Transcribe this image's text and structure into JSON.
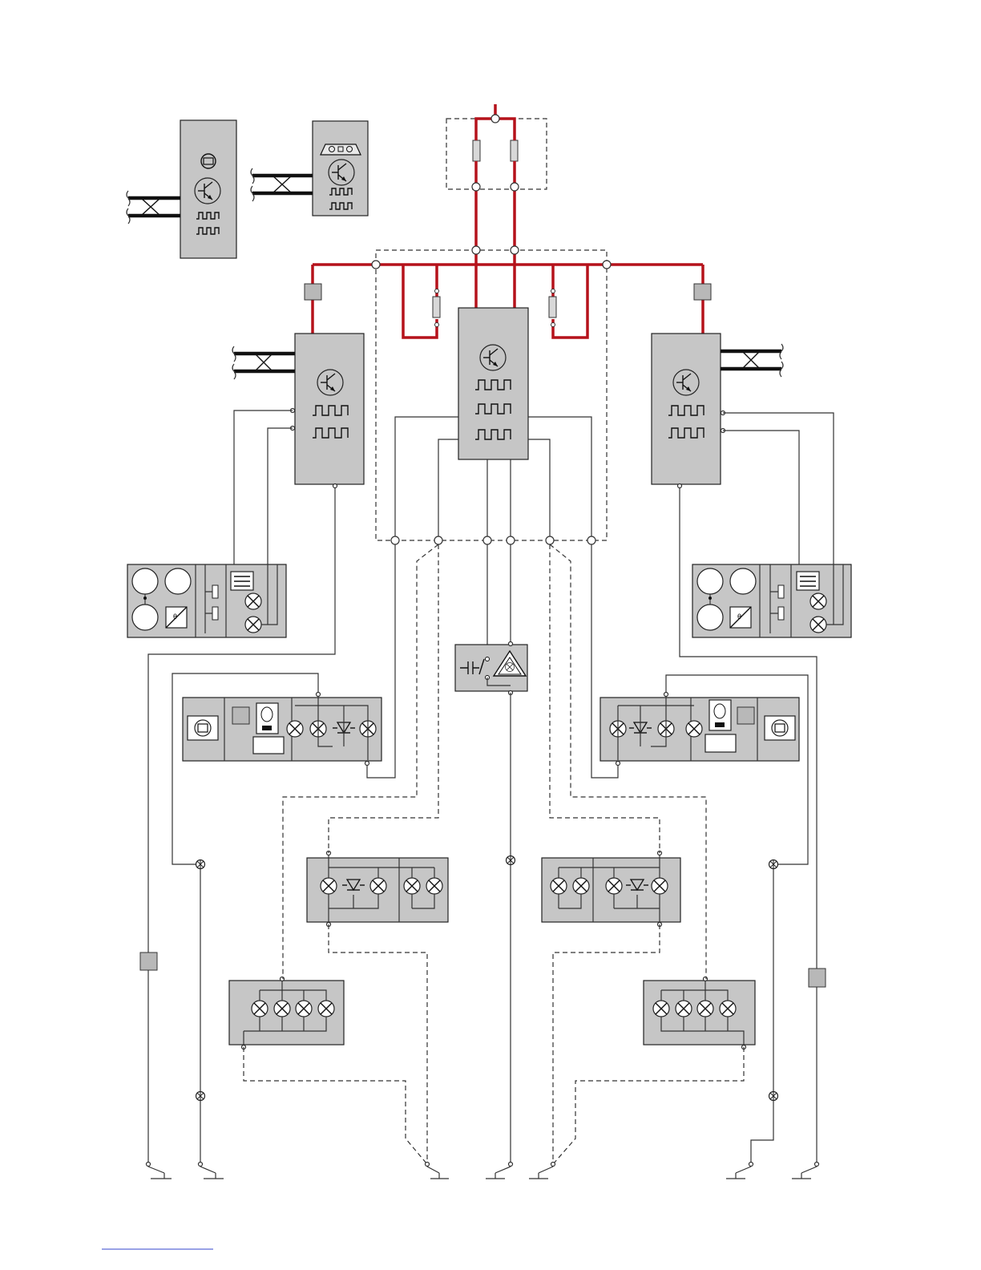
{
  "diagram": {
    "colors": {
      "power": "#b5121b",
      "module_fill": "#c6c6c6",
      "wire": "#333333"
    },
    "components": [
      {
        "id": "control-module-top-left",
        "icons": [
          "gauge-icon",
          "transistor-icon",
          "pulse-icon",
          "pulse-icon"
        ]
      },
      {
        "id": "control-module-top-center",
        "icons": [
          "vehicle-icon",
          "transistor-icon",
          "pulse-icon",
          "pulse-icon"
        ]
      },
      {
        "id": "fuse-box-top",
        "icons": [
          "fuse-icon",
          "fuse-icon"
        ]
      },
      {
        "id": "central-control-module",
        "icons": [
          "transistor-icon",
          "pulse-icon",
          "pulse-icon",
          "pulse-icon"
        ]
      },
      {
        "id": "control-module-left",
        "icons": [
          "transistor-icon",
          "pulse-icon",
          "pulse-icon"
        ]
      },
      {
        "id": "control-module-right",
        "icons": [
          "transistor-icon",
          "pulse-icon",
          "pulse-icon"
        ]
      },
      {
        "id": "hazard-switch",
        "icons": [
          "switch-icon",
          "hazard-warning-icon"
        ]
      },
      {
        "id": "door-mirror-left",
        "icons": [
          "motor-icon",
          "lamp-icon",
          "led-icon"
        ]
      },
      {
        "id": "door-mirror-right",
        "icons": [
          "motor-icon",
          "lamp-icon",
          "led-icon"
        ]
      },
      {
        "id": "instrument-lamp-unit-left",
        "icons": [
          "lamp-icon",
          "led-icon"
        ]
      },
      {
        "id": "instrument-lamp-unit-right",
        "icons": [
          "lamp-icon",
          "led-icon"
        ]
      },
      {
        "id": "rear-lamp-cluster-left",
        "icons": [
          "lamp-icon"
        ]
      },
      {
        "id": "rear-lamp-cluster-right",
        "icons": [
          "lamp-icon"
        ]
      },
      {
        "id": "ground-points",
        "icons": [
          "ground-icon"
        ]
      }
    ]
  }
}
